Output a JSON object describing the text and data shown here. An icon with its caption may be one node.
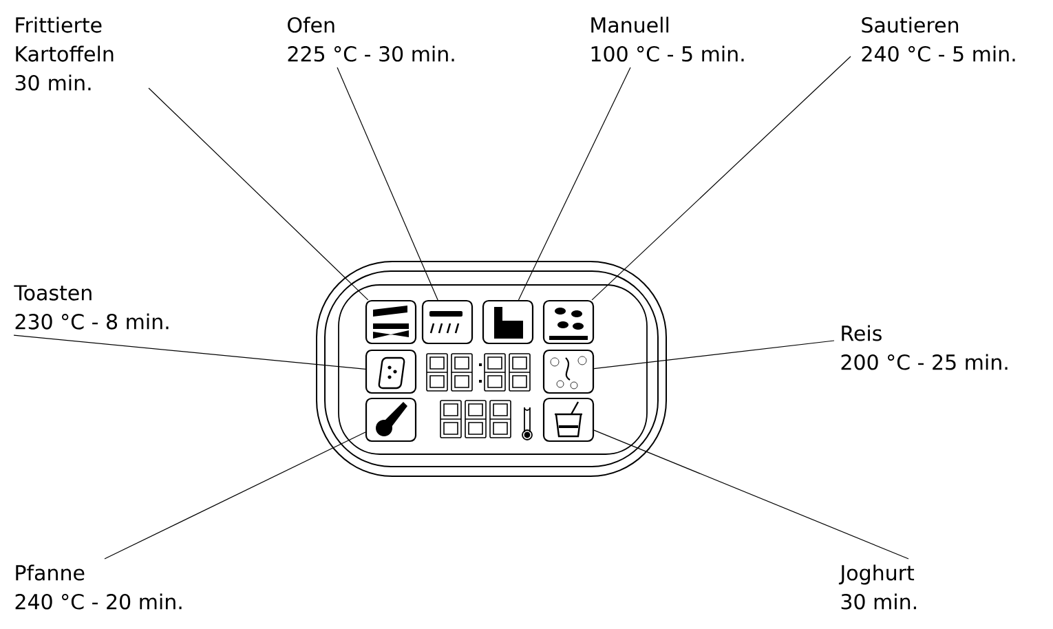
{
  "diagram": {
    "nodes": [
      {
        "text": [
          "Frittierte Kartoffeln",
          "30 min."
        ]
      },
      {
        "text": [
          "Ofen",
          "225 °C - 30 min."
        ]
      },
      {
        "text": [
          "Manuell",
          "100 °C - 5 min."
        ]
      },
      {
        "text": [
          "Sautieren",
          "240 °C - 5 min."
        ]
      },
      {
        "text": [
          "Toasten",
          "230 °C - 8 min."
        ]
      },
      {
        "text": [
          "Reis",
          "200 °C - 25 min."
        ]
      },
      {
        "text": [
          "Pfanne",
          "240 °C - 20 min."
        ]
      },
      {
        "text": [
          "Joghurt",
          "30 min."
        ]
      },
      {
        "text": [],
        "shape": "box"
      },
      {
        "text": [],
        "shape": "box"
      },
      {
        "text": [],
        "shape": "box"
      },
      {
        "text": [],
        "shape": "box"
      },
      {
        "text": [],
        "shape": "box"
      },
      {
        "text": [],
        "shape": "box"
      },
      {
        "text": [],
        "shape": "box"
      },
      {
        "text": [],
        "shape": "box"
      }
    ],
    "edges": [
      {
        "from": 0,
        "to": 8,
        "arrow": "none"
      },
      {
        "from": 1,
        "to": 9,
        "arrow": "none"
      },
      {
        "from": 2,
        "to": 10,
        "arrow": "none"
      },
      {
        "from": 3,
        "to": 11,
        "arrow": "none"
      },
      {
        "from": 4,
        "to": 12,
        "arrow": "none"
      },
      {
        "from": 5,
        "to": 13,
        "arrow": "none"
      },
      {
        "from": 6,
        "to": 14,
        "arrow": "none"
      },
      {
        "from": 7,
        "to": 15,
        "arrow": "none"
      }
    ]
  }
}
